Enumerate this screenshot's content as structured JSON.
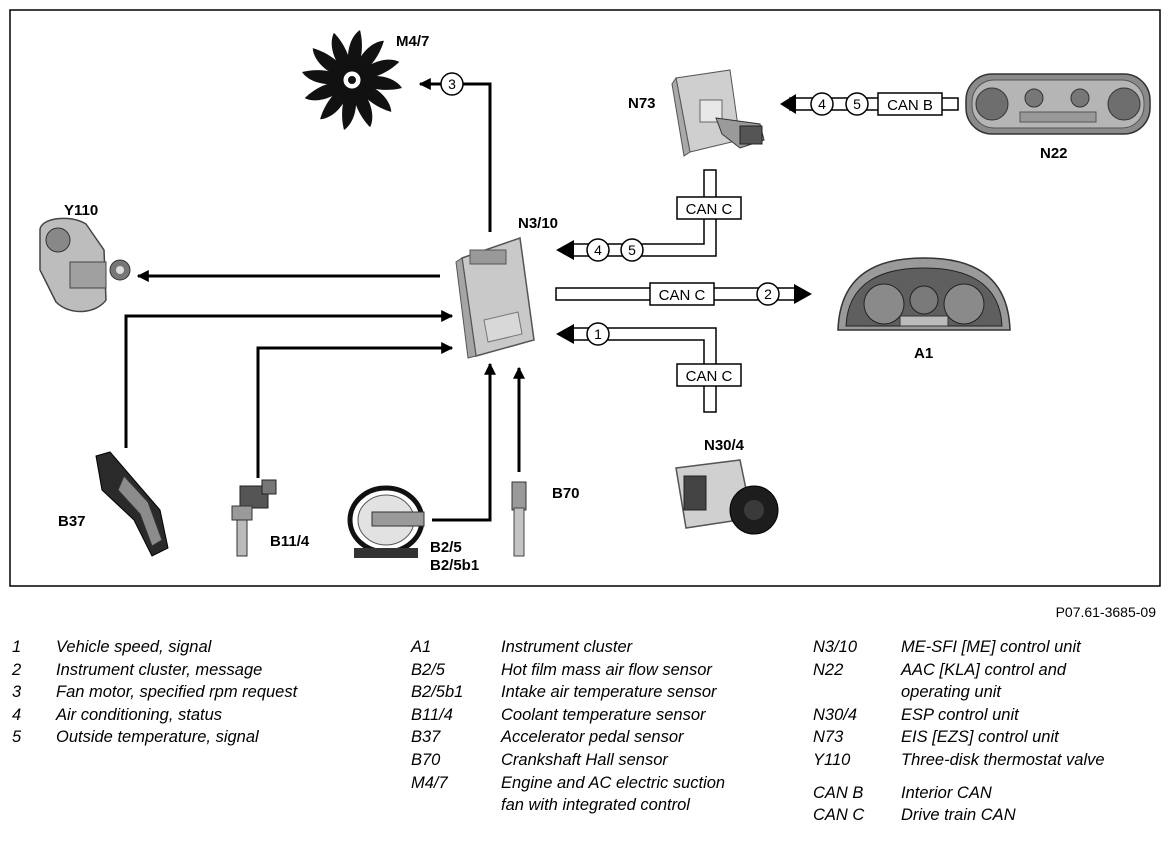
{
  "components": {
    "m47": "M4/7",
    "n73": "N73",
    "n22": "N22",
    "y110": "Y110",
    "n310": "N3/10",
    "a1": "A1",
    "n304": "N30/4",
    "b37": "B37",
    "b114": "B11/4",
    "b25": "B2/5",
    "b25b1": "B2/5b1",
    "b70": "B70"
  },
  "bus_labels": {
    "can_b": "CAN B",
    "can_c_upper": "CAN C",
    "can_c_middle": "CAN C",
    "can_c_lower": "CAN C"
  },
  "signal_numbers": {
    "fan": "3",
    "n73_a": "4",
    "n73_b": "5",
    "n310_a": "4",
    "n310_b": "5",
    "a1": "2",
    "n304": "1"
  },
  "figure_ref": "P07.61-3685-09",
  "legend_signals": [
    {
      "key": "1",
      "text": "Vehicle speed, signal"
    },
    {
      "key": "2",
      "text": "Instrument cluster, message"
    },
    {
      "key": "3",
      "text": "Fan motor, specified rpm request"
    },
    {
      "key": "4",
      "text": "Air conditioning, status"
    },
    {
      "key": "5",
      "text": "Outside temperature, signal"
    }
  ],
  "legend_components_a": [
    {
      "key": "A1",
      "text": "Instrument cluster"
    },
    {
      "key": "B2/5",
      "text": "Hot film mass air flow sensor"
    },
    {
      "key": "B2/5b1",
      "text": "Intake air temperature sensor"
    },
    {
      "key": "B11/4",
      "text": "Coolant temperature sensor"
    },
    {
      "key": "B37",
      "text": "Accelerator pedal sensor"
    },
    {
      "key": "B70",
      "text": "Crankshaft Hall sensor"
    },
    {
      "key": "M4/7",
      "text": "Engine and AC electric suction",
      "text2": "fan with integrated control"
    }
  ],
  "legend_components_b": [
    {
      "key": "N3/10",
      "text": "ME-SFI [ME] control unit"
    },
    {
      "key": "N22",
      "text": "AAC [KLA] control and",
      "text2": "operating unit"
    },
    {
      "key": "N30/4",
      "text": "ESP control unit"
    },
    {
      "key": "N73",
      "text": "EIS [EZS] control unit"
    },
    {
      "key": "Y110",
      "text": "Three-disk thermostat valve"
    }
  ],
  "legend_buses": [
    {
      "key": "CAN B",
      "text": "Interior CAN"
    },
    {
      "key": "CAN C",
      "text": "Drive train CAN"
    }
  ]
}
